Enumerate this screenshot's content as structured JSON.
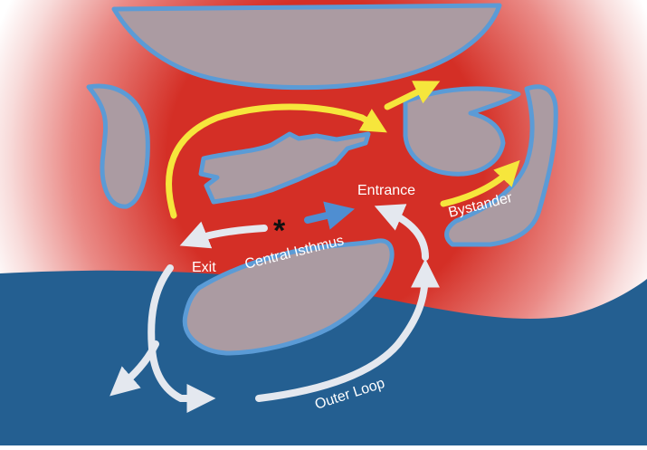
{
  "labels": {
    "entrance": "Entrance",
    "central_isthmus": "Central Isthmus",
    "exit": "Exit",
    "bystander": "Bystander",
    "outer_loop": "Outer Loop",
    "asterisk": "*"
  },
  "colors": {
    "scar_tissue": "#ab9ba2",
    "scar_outline": "#5b9bd6",
    "conducting_red": "#d42f26",
    "blue_region": "#245f91",
    "white_arrow": "#e4e8ef",
    "yellow_arrow": "#f6e63c",
    "blue_arrow": "#4f8ed1",
    "label_text": "#ffffff",
    "asterisk": "#111111"
  }
}
